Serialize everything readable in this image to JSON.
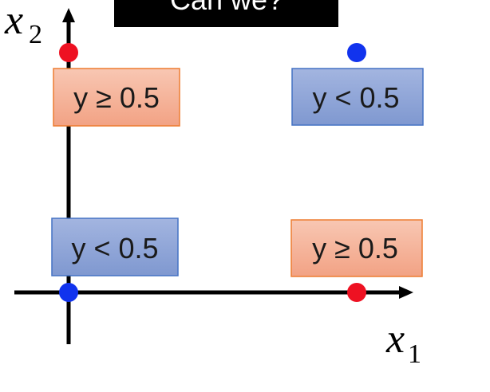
{
  "banner": {
    "text": "Can we?"
  },
  "axes": {
    "x_label": {
      "var": "x",
      "sub": "1"
    },
    "y_label": {
      "var": "x",
      "sub": "2"
    }
  },
  "boxes": [
    {
      "id": "top-left",
      "text": "y ≥ 0.5",
      "kind": "ge"
    },
    {
      "id": "top-right",
      "text": "y < 0.5",
      "kind": "lt"
    },
    {
      "id": "bottom-left",
      "text": "y < 0.5",
      "kind": "lt"
    },
    {
      "id": "bottom-right",
      "text": "y ≥ 0.5",
      "kind": "ge"
    }
  ],
  "points": [
    {
      "id": "point-0-1",
      "x1": 0,
      "x2": 1,
      "color": "#ee1122"
    },
    {
      "id": "point-1-1",
      "x1": 1,
      "x2": 1,
      "color": "#1133ee"
    },
    {
      "id": "point-0-0",
      "x1": 0,
      "x2": 0,
      "color": "#1133ee"
    },
    {
      "id": "point-1-0",
      "x1": 1,
      "x2": 0,
      "color": "#ee1122"
    }
  ],
  "colors": {
    "ge_fill": "#f4b39b",
    "ge_stroke": "#ed7d31",
    "lt_fill": "#8fa6d8",
    "lt_stroke": "#4472c4",
    "banner_bg": "#000000"
  }
}
